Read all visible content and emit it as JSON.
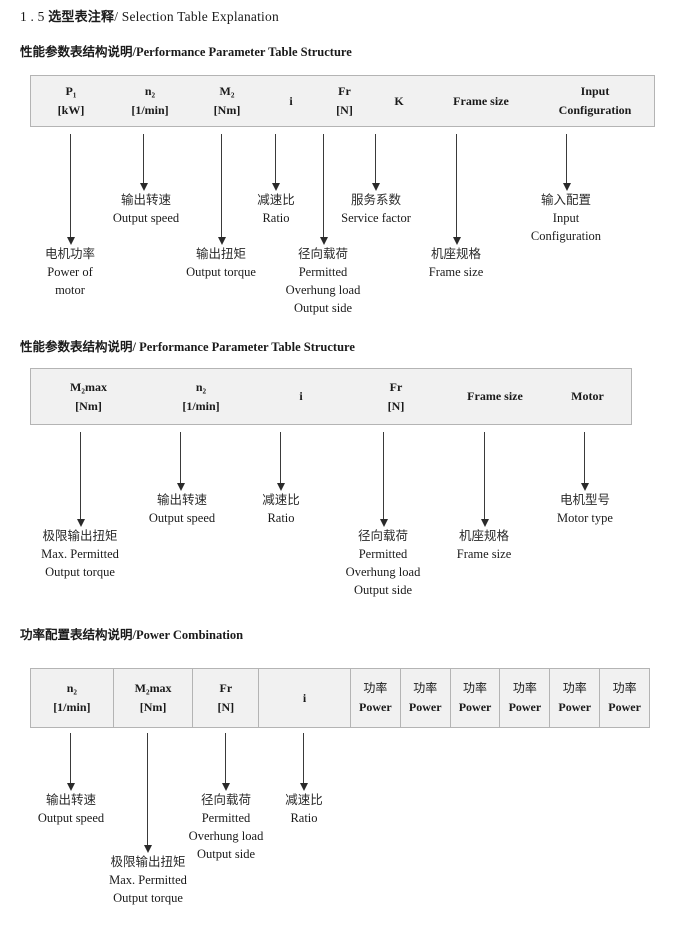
{
  "document": {
    "section_number": "1 . 5",
    "title_cn": "选型表注释",
    "title_sep": "/",
    "title_en": "Selection Table Explanation"
  },
  "sections": [
    {
      "heading_cn": "性能参数表结构说明",
      "heading_sep": "/",
      "heading_en": "Performance Parameter Table Structure",
      "table": {
        "ruled": false,
        "columns": [
          {
            "line1": "P₁",
            "line2": "[kW]"
          },
          {
            "line1": "n₂",
            "line2": "[1/min]"
          },
          {
            "line1": "M₂",
            "line2": "[Nm]"
          },
          {
            "line1": "i",
            "line2": ""
          },
          {
            "line1": "Fr",
            "line2": "[N]"
          },
          {
            "line1": "K",
            "line2": ""
          },
          {
            "line1": "Frame size",
            "line2": ""
          },
          {
            "line1": "Input",
            "line2": "Configuration"
          }
        ]
      },
      "annotations": [
        {
          "cn": "电机功率",
          "en": [
            "Power of",
            "motor"
          ]
        },
        {
          "cn": "输出转速",
          "en": [
            "Output speed"
          ]
        },
        {
          "cn": "输出扭矩",
          "en": [
            "Output torque"
          ]
        },
        {
          "cn": "减速比",
          "en": [
            "Ratio"
          ]
        },
        {
          "cn": "径向载荷",
          "en": [
            "Permitted",
            "Overhung load",
            "Output side"
          ]
        },
        {
          "cn": "服务系数",
          "en": [
            "Service factor"
          ]
        },
        {
          "cn": "机座规格",
          "en": [
            "Frame size"
          ]
        },
        {
          "cn": "输入配置",
          "en": [
            "Input",
            "Configuration"
          ]
        }
      ]
    },
    {
      "heading_cn": "性能参数表结构说明",
      "heading_sep": "/",
      "heading_en": "Performance Parameter Table Structure",
      "table": {
        "ruled": false,
        "columns": [
          {
            "line1": "M₂max",
            "line2": "[Nm]"
          },
          {
            "line1": "n₂",
            "line2": "[1/min]"
          },
          {
            "line1": "i",
            "line2": ""
          },
          {
            "line1": "Fr",
            "line2": "[N]"
          },
          {
            "line1": "Frame size",
            "line2": ""
          },
          {
            "line1": "Motor",
            "line2": ""
          }
        ]
      },
      "annotations": [
        {
          "cn": "极限输出扭矩",
          "en": [
            "Max. Permitted",
            "Output  torque"
          ]
        },
        {
          "cn": "输出转速",
          "en": [
            "Output speed"
          ]
        },
        {
          "cn": "减速比",
          "en": [
            "Ratio"
          ]
        },
        {
          "cn": "径向载荷",
          "en": [
            "Permitted",
            "Overhung load",
            "Output side"
          ]
        },
        {
          "cn": "机座规格",
          "en": [
            "Frame size"
          ]
        },
        {
          "cn": "电机型号",
          "en": [
            "Motor type"
          ]
        }
      ]
    },
    {
      "heading_cn": "功率配置表结构说明",
      "heading_sep": "/",
      "heading_en": "Power Combination",
      "table": {
        "ruled": true,
        "columns": [
          {
            "line1": "n₂",
            "line2": "[1/min]"
          },
          {
            "line1": "M₂max",
            "line2": "[Nm]"
          },
          {
            "line1": "Fr",
            "line2": "[N]"
          },
          {
            "line1": "i",
            "line2": ""
          },
          {
            "line1": "功率",
            "line2": "Power"
          },
          {
            "line1": "功率",
            "line2": "Power"
          },
          {
            "line1": "功率",
            "line2": "Power"
          },
          {
            "line1": "功率",
            "line2": "Power"
          },
          {
            "line1": "功率",
            "line2": "Power"
          },
          {
            "line1": "功率",
            "line2": "Power"
          }
        ]
      },
      "annotations": [
        {
          "cn": "输出转速",
          "en": [
            "Output speed"
          ]
        },
        {
          "cn": "极限输出扭矩",
          "en": [
            "Max. Permitted",
            "Output  torque"
          ]
        },
        {
          "cn": "径向载荷",
          "en": [
            "Permitted",
            "Overhung load",
            "Output side"
          ]
        },
        {
          "cn": "减速比",
          "en": [
            "Ratio"
          ]
        }
      ]
    }
  ],
  "colors": {
    "table_bg": "#f1f1f1",
    "table_border": "#b4b4b4",
    "arrow": "#2a2a2a",
    "text": "#1a1a1a"
  }
}
